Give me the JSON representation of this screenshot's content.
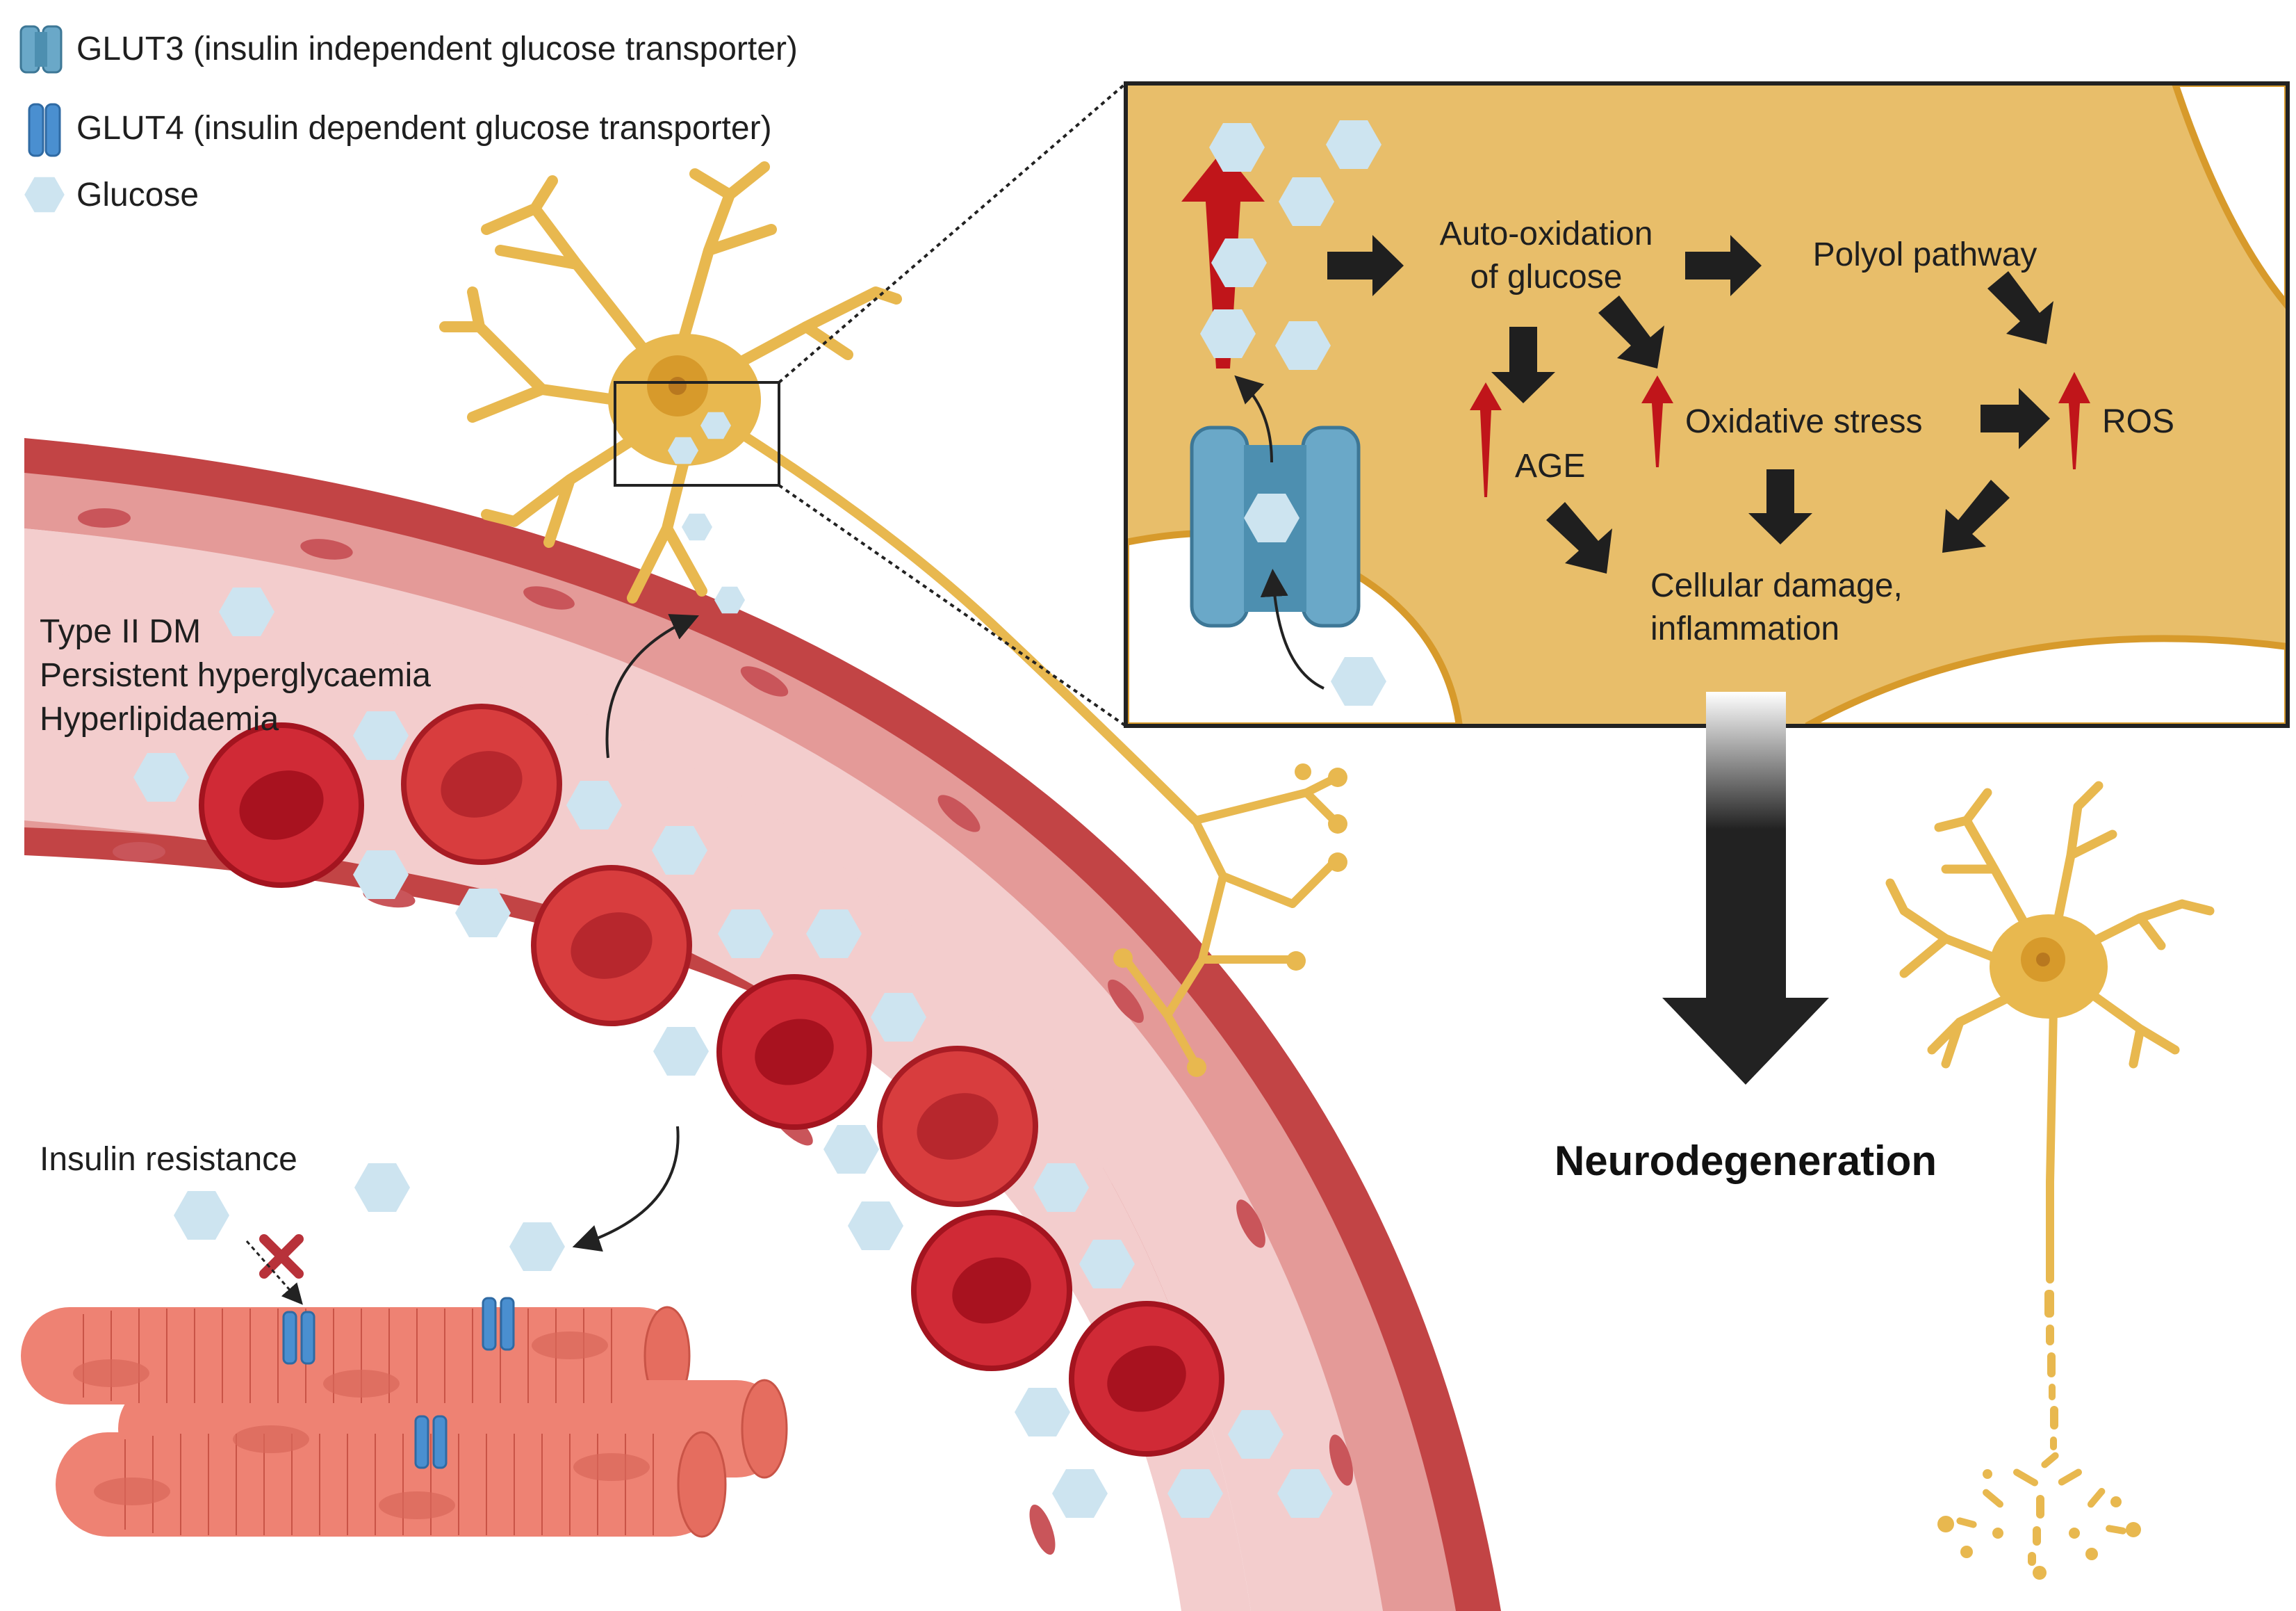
{
  "legend": {
    "glut3": "GLUT3 (insulin independent glucose transporter)",
    "glut4": "GLUT4 (insulin dependent glucose transporter)",
    "glucose": "Glucose"
  },
  "vessel_labels": {
    "line1": "Type II DM",
    "line2": "Persistent hyperglycaemia",
    "line3": "Hyperlipidaemia"
  },
  "muscle_label": "Insulin resistance",
  "inset": {
    "auto_oxidation_line1": "Auto-oxidation",
    "auto_oxidation_line2": "of glucose",
    "polyol": "Polyol pathway",
    "age": "AGE",
    "oxidative_stress": "Oxidative stress",
    "ros": "ROS",
    "damage_line1": "Cellular damage,",
    "damage_line2": "inflammation"
  },
  "outcome": "Neurodegeneration",
  "colors": {
    "neuron": "#e8b84f",
    "neuron_dark": "#d79a2b",
    "vessel_wall": "#c24445",
    "vessel_lumen": "#f2c9c9",
    "rbc": "#d22f3a",
    "glucose": "#cde4f0",
    "transporter": "#6aa8c8",
    "glut4": "#4a8fd0",
    "muscle": "#ee8273",
    "up_arrow": "#c0151a",
    "flow_arrow": "#1f1f1f"
  }
}
